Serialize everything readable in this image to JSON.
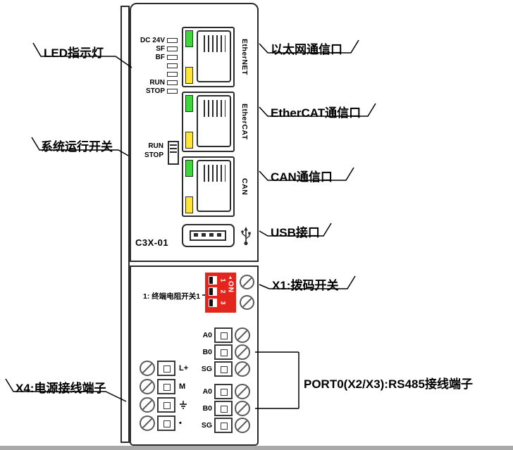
{
  "device": {
    "model": "C3X-01",
    "leds": {
      "rows": [
        {
          "label": "DC 24V"
        },
        {
          "label": "SF"
        },
        {
          "label": "BF"
        },
        {
          "label": ""
        },
        {
          "label": ""
        },
        {
          "label": "RUN"
        },
        {
          "label": "STOP"
        }
      ]
    },
    "run_stop": {
      "run": "RUN",
      "stop": "STOP"
    },
    "ports": [
      {
        "label": "EtherNET",
        "led_top": "green",
        "led_bottom": "yellow"
      },
      {
        "label": "EtherCAT",
        "led_top": "green",
        "led_bottom": "yellow"
      },
      {
        "label": "CAN",
        "led_top": "green",
        "led_bottom": "yellow"
      }
    ],
    "dip": {
      "on": "ON",
      "arrow": "▲",
      "numbers": [
        "1",
        "2",
        "3"
      ],
      "note": "1: 终端电阻开关1"
    },
    "rs485": {
      "group1": [
        "A0",
        "B0",
        "SG"
      ],
      "group2": [
        "A0",
        "B0",
        "SG"
      ]
    },
    "power": [
      {
        "label": "L+"
      },
      {
        "label": "M"
      },
      {
        "label": "⏚",
        "icon": "earth-ground"
      },
      {
        "label": "•"
      }
    ]
  },
  "callouts": {
    "led": "LED指示灯",
    "run_switch": "系统运行开关",
    "power": "X4:电源接线端子",
    "ethernet": "以太网通信口",
    "ethercat": "EtherCAT通信口",
    "can": "CAN通信口",
    "usb": "USB接口",
    "dip": "X1:拨码开关",
    "rs485": "PORT0(X2/X3):RS485接线端子"
  },
  "colors": {
    "outline": "#2b2b2b",
    "led_green": "#3fd63c",
    "led_yellow": "#ffe636",
    "dip_red": "#e3261d",
    "bottom_bar": "#a9a9a9"
  }
}
